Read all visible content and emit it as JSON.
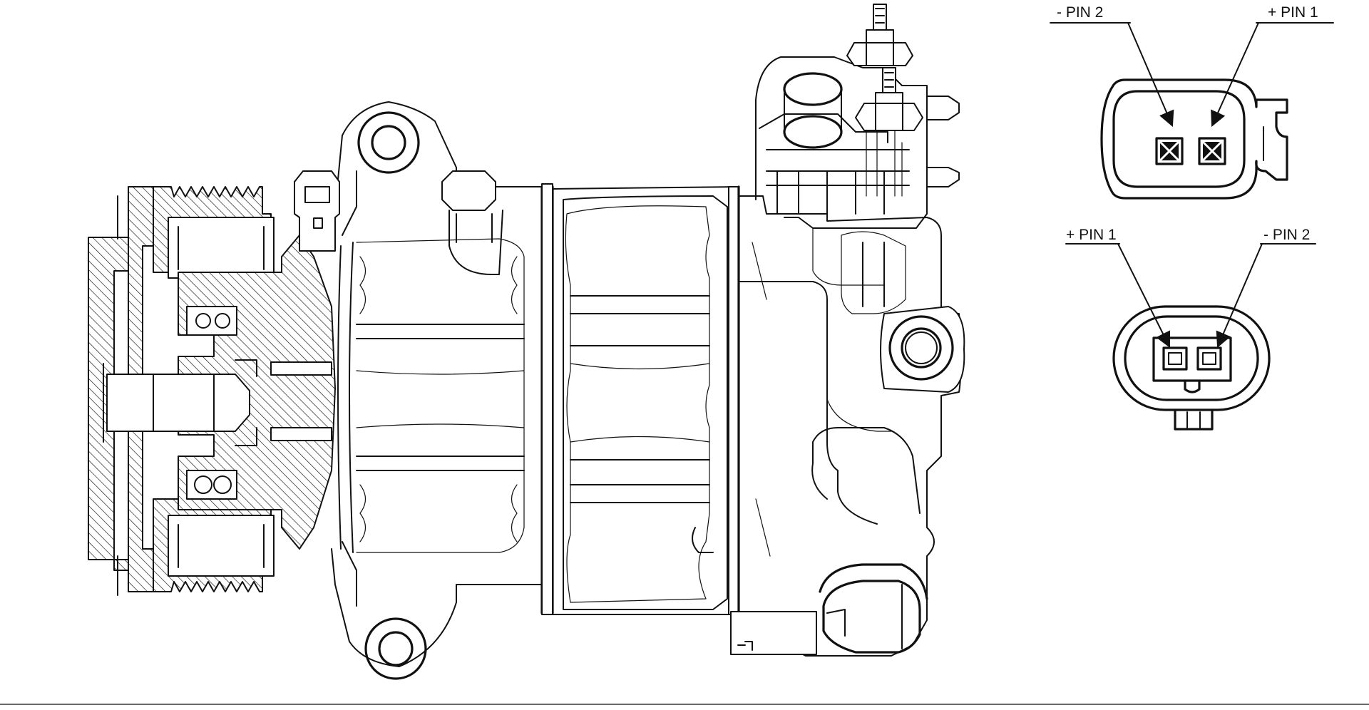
{
  "diagram": {
    "connector_top": {
      "pin_left_label": "- PIN 2",
      "pin_right_label": "+ PIN 1"
    },
    "connector_bottom": {
      "pin_left_label": "+ PIN 1",
      "pin_right_label": "- PIN 2"
    }
  }
}
